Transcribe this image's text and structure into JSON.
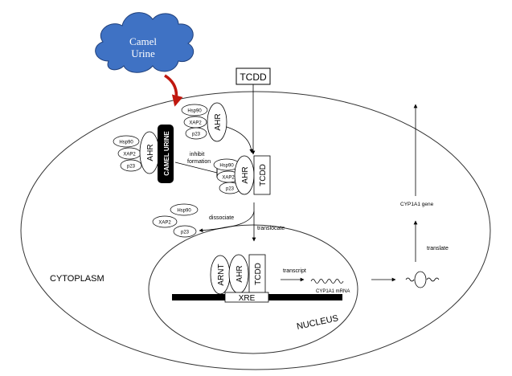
{
  "cloud": {
    "line1": "Camel",
    "line2": "Urine",
    "fill": "#3f72c4",
    "stroke": "#1f3f7a"
  },
  "tcdd_top": "TCDD",
  "complex_top": {
    "hsp90": "Hsp90",
    "xap2": "XAP2",
    "p23": "p23",
    "ahr": "AHR"
  },
  "complex_left": {
    "hsp90": "Hsp90",
    "xap2": "XAP2",
    "p23": "p23",
    "ahr": "AHR"
  },
  "camel_urine_bar": "CAMEL URINE",
  "inhibit_line1": "inhibit",
  "inhibit_line2": "formation",
  "complex_mid": {
    "hsp90": "Hsp90",
    "xap2": "XAP2",
    "p23": "p23",
    "ahr": "AHR",
    "tcdd": "TCDD"
  },
  "dissociated": {
    "hsp90": "Hsp90",
    "xap2": "XAP2",
    "p23": "p23"
  },
  "dissociate_label": "dissociate",
  "translocate_label": "translocate",
  "cytoplasm_label": "CYTOPLASM",
  "nucleus_label": "NUCLEUS",
  "nuclear_complex": {
    "arnt": "ARNT",
    "ahr": "AHR",
    "tcdd": "TCDD"
  },
  "xre_label": "XRE",
  "transcript_label": "transcript",
  "mrna_label": "CYP1A1 mRNA",
  "translate_label": "translate",
  "gene_label": "CYP1A1 gene",
  "arrow_red": "#c0180f"
}
